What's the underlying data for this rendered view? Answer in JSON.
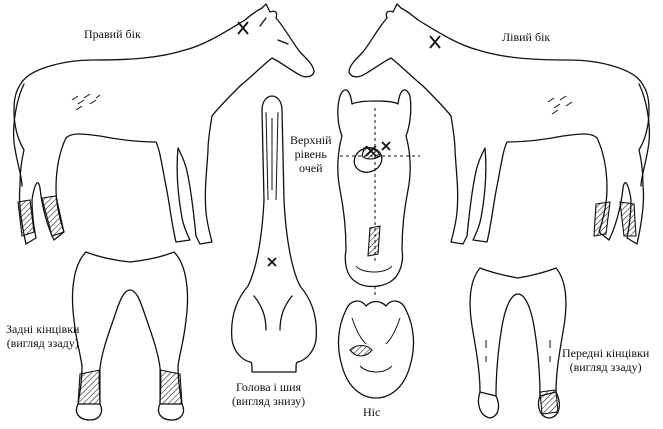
{
  "labels": {
    "right_side": "Правий бік",
    "left_side": "Лівий бік",
    "upper_eye_line": [
      "Верхній",
      "рівень",
      "очей"
    ],
    "hind_limbs": [
      "Задні кінцівки",
      "(вигляд ззаду)"
    ],
    "head_neck_below": [
      "Голова і шия",
      "(вигляд знизу)"
    ],
    "nose": "Ніс",
    "fore_limbs": [
      "Передні кінцівки",
      "(вигляд ззаду)"
    ]
  },
  "icons": {
    "marking_cross": "cross-mark-icon",
    "whorl": "whorl-icon"
  },
  "colors": {
    "ink": "#111111",
    "background": "#ffffff"
  }
}
